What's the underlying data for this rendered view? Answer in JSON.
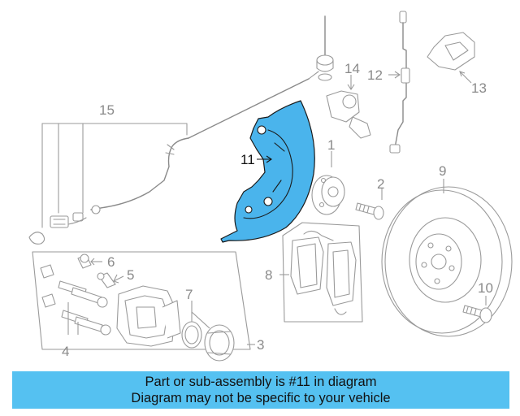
{
  "callouts": {
    "c1": "1",
    "c2": "2",
    "c3": "3",
    "c4": "4",
    "c5": "5",
    "c6": "6",
    "c7": "7",
    "c8": "8",
    "c9": "9",
    "c10": "10",
    "c11": "11",
    "c12": "12",
    "c13": "13",
    "c14": "14",
    "c15": "15"
  },
  "highlight_part": "11",
  "banner": {
    "line1": "Part or sub-assembly is #11 in diagram",
    "line2": "Diagram may not be specific to your vehicle"
  },
  "colors": {
    "highlight": "#4ab4ec",
    "banner": "#55c1f1",
    "linework": "#9a9a9a"
  }
}
